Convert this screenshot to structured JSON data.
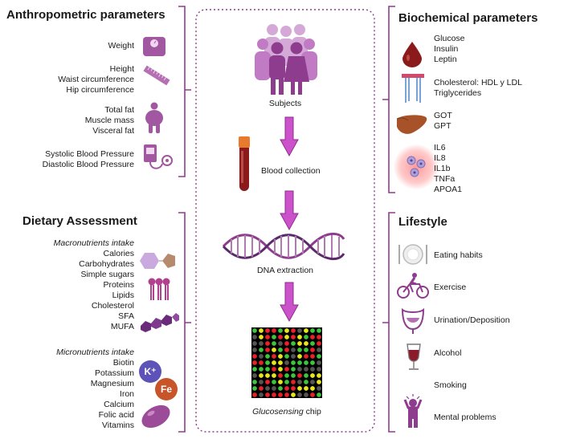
{
  "anthropometric": {
    "title": "Anthropometric parameters",
    "weight": "Weight",
    "height": "Height",
    "waist": "Waist circumference",
    "hip": "Hip circumference",
    "total_fat": "Total fat",
    "muscle_mass": "Muscle mass",
    "visceral_fat": "Visceral fat",
    "systolic": "Systolic Blood Pressure",
    "diastolic": "Diastolic Blood Pressure"
  },
  "dietary": {
    "title": "Dietary Assessment",
    "macro_title": "Macronutrients intake",
    "macro_items": [
      "Calories",
      "Carbohydrates",
      "Simple sugars",
      "Proteins",
      "Lipids",
      "Cholesterol",
      "SFA",
      "MUFA"
    ],
    "micro_title": "Micronutrients intake",
    "micro_items": [
      "Biotin",
      "Potassium",
      "Magnesium",
      "Iron",
      "Calcium",
      "Folic acid",
      "Vitamins"
    ],
    "k_label": "K⁺",
    "fe_label": "Fe"
  },
  "center": {
    "subjects": "Subjects",
    "blood": "Blood collection",
    "dna": "DNA extraction",
    "chip_italic": "Glucosensing",
    "chip_rest": " chip"
  },
  "biochemical": {
    "title": "Biochemical parameters",
    "glucose": "Glucose",
    "insulin": "Insulin",
    "leptin": "Leptin",
    "cholesterol": "Cholesterol: HDL y LDL",
    "triglycerides": "Triglycerides",
    "got": "GOT",
    "gpt": "GPT",
    "il6": "IL6",
    "il8": "IL8",
    "il1b": "IL1b",
    "tnfa": "TNFa",
    "apoa1": "APOA1"
  },
  "lifestyle": {
    "title": "Lifestyle",
    "eating": "Eating habits",
    "exercise": "Exercise",
    "urination": "Urination/Deposition",
    "alcohol": "Alcohol",
    "smoking": "Smoking",
    "mental": "Mental problems"
  },
  "colors": {
    "purple": "#8e3d8e",
    "light_purple": "#c58ac4",
    "arrow": "#c84fc8",
    "blood_red": "#8b1a1a",
    "chip_red": "#e8202a",
    "chip_green": "#3cc43c",
    "chip_yellow": "#e6e61e",
    "chip_gray": "#555555"
  }
}
